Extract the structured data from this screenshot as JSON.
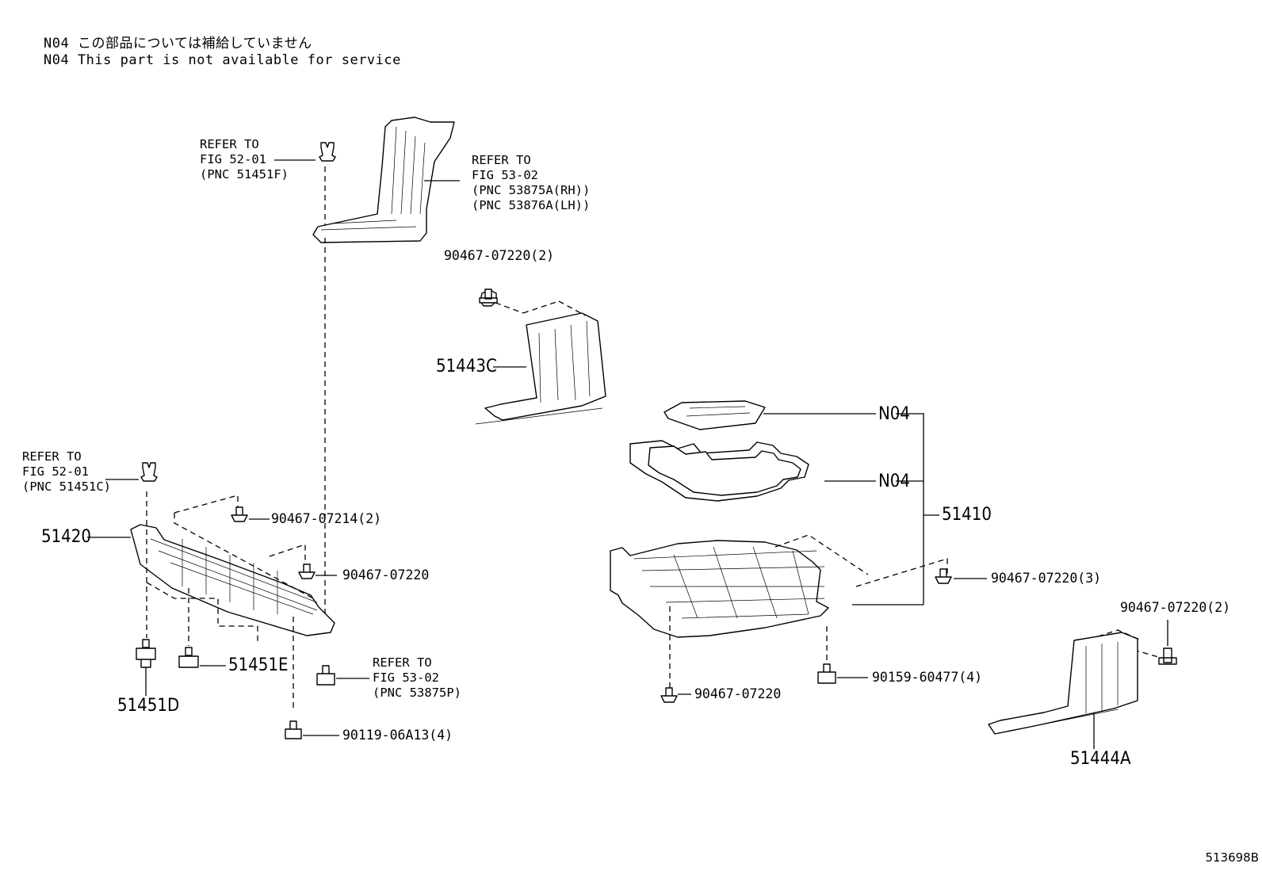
{
  "notes": {
    "line1": "N04 この部品については補給していません",
    "line2": "N04 This part is not available for service"
  },
  "refs": {
    "ref_top": "REFER TO\nFIG 52-01\n(PNC 51451F)",
    "ref_fender": "REFER TO\nFIG 53-02\n(PNC 53875A(RH))\n(PNC 53876A(LH))",
    "ref_left": "REFER TO\nFIG 52-01\n(PNC 51451C)",
    "ref_bottom": "REFER TO\nFIG 53-02\n(PNC 53875P)"
  },
  "parts": {
    "p1": "90467-07220(2)",
    "p2": "51443C",
    "p3": "N04",
    "p4": "N04",
    "p5": "51410",
    "p6": "90467-07214(2)",
    "p7": "51420",
    "p8": "90467-07220",
    "p9": "90467-07220(3)",
    "p10": "90467-07220(2)",
    "p11": "51451E",
    "p12": "51451D",
    "p13": "90119-06A13(4)",
    "p14": "90467-07220",
    "p15": "90159-60477(4)",
    "p16": "51444A"
  },
  "figure_code": "513698B"
}
